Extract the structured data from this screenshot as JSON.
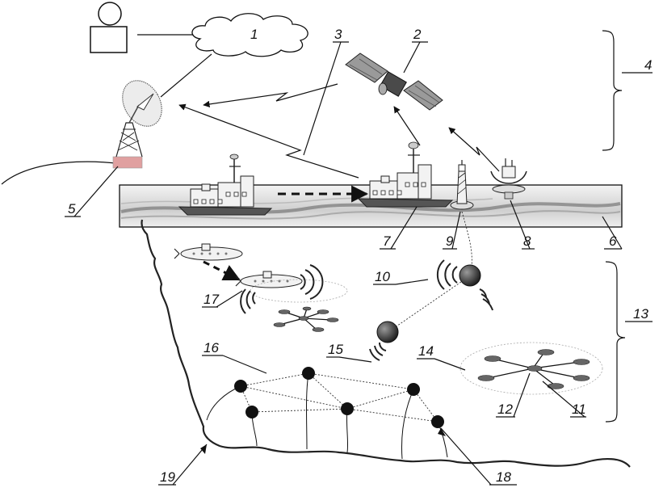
{
  "labels": {
    "l1": "1",
    "l2": "2",
    "l3": "3",
    "l4": "4",
    "l5": "5",
    "l6": "6",
    "l7": "7",
    "l8": "8",
    "l9": "9",
    "l10": "10",
    "l11": "11",
    "l12": "12",
    "l13": "13",
    "l14": "14",
    "l15": "15",
    "l16": "16",
    "l17": "17",
    "l18": "18",
    "l19": "19"
  },
  "colors": {
    "line": "#111111",
    "ship_fill": "#f2f2f2",
    "sea_dark": "#7a7a7a",
    "node": "#111111",
    "buoy": "#5a5a5a",
    "antenna_base": "#e0a0a0"
  }
}
